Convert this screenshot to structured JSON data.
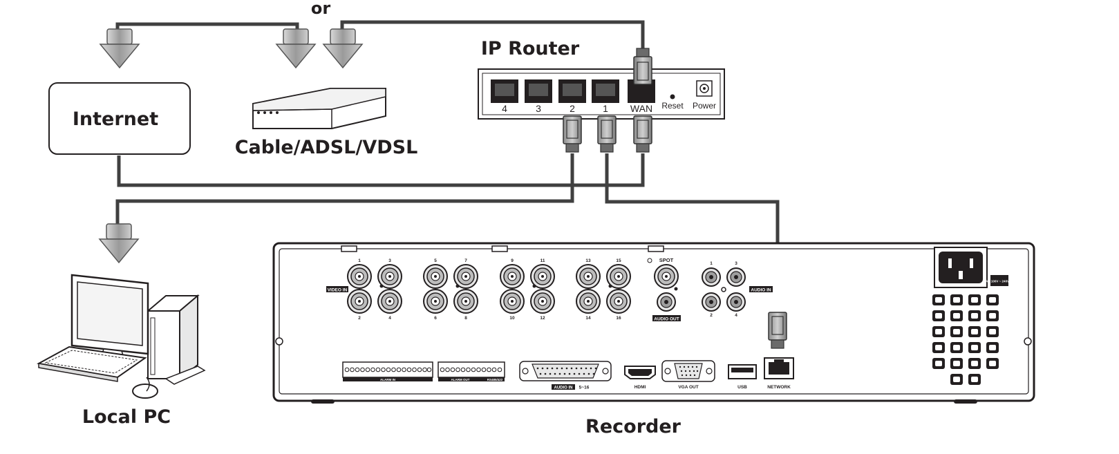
{
  "labels": {
    "or": "or",
    "router": "IP Router",
    "internet": "Internet",
    "modem": "Cable/ADSL/VDSL",
    "pc": "Local PC",
    "recorder": "Recorder"
  },
  "router_ports": [
    "4",
    "3",
    "2",
    "1",
    "WAN"
  ],
  "router_extras": {
    "reset": "Reset",
    "power": "Power"
  },
  "recorder_panel": {
    "video_in": "VIDEO IN",
    "video_numbers": [
      "1",
      "3",
      "5",
      "7",
      "9",
      "11",
      "13",
      "15",
      "2",
      "4",
      "6",
      "8",
      "10",
      "12",
      "14",
      "16"
    ],
    "spot": "SPOT",
    "audio_out": "AUDIO OUT",
    "audio_in": "AUDIO IN",
    "audio_in_numbers": [
      "1",
      "3",
      "2",
      "4"
    ],
    "alarm_in": "ALARM IN",
    "alarm_out": "ALARM OUT",
    "rs485": "RS485/422",
    "audio_in_5_16_tag": "AUDIO IN",
    "audio_in_5_16_range": "5~16",
    "hdmi": "HDMI",
    "vga_out": "VGA OUT",
    "usb": "USB",
    "network": "NETWORK",
    "power_rating": "AC 100V ~ 240V IN"
  }
}
